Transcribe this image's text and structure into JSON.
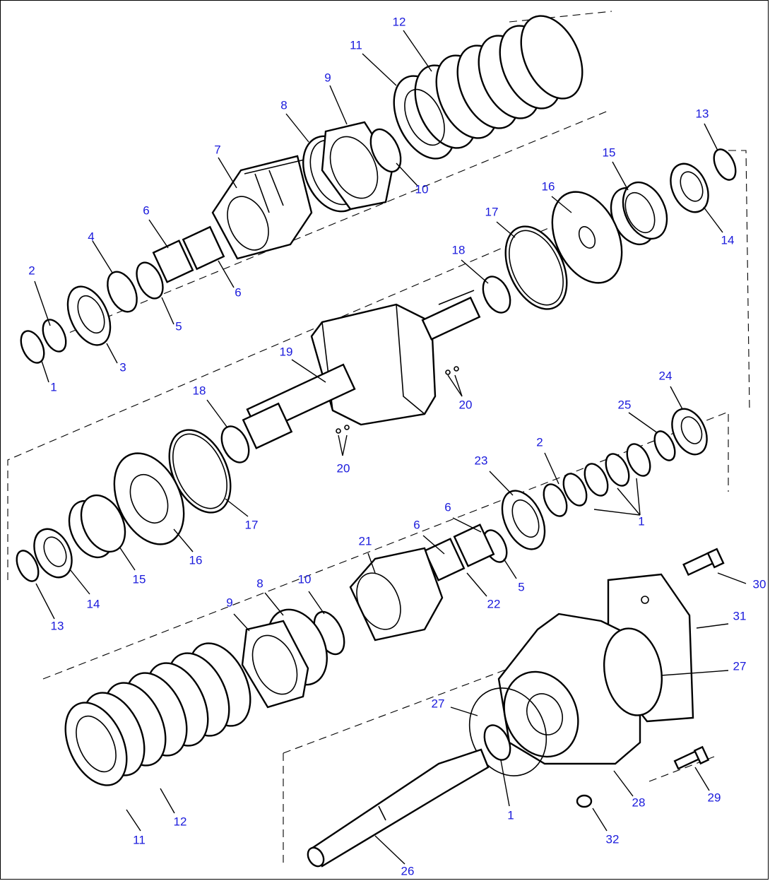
{
  "callouts": [
    {
      "id": "c1a",
      "text": "1"
    },
    {
      "id": "c2a",
      "text": "2"
    },
    {
      "id": "c3",
      "text": "3"
    },
    {
      "id": "c4",
      "text": "4"
    },
    {
      "id": "c5a",
      "text": "5"
    },
    {
      "id": "c6a",
      "text": "6"
    },
    {
      "id": "c6b",
      "text": "6"
    },
    {
      "id": "c7",
      "text": "7"
    },
    {
      "id": "c8a",
      "text": "8"
    },
    {
      "id": "c9a",
      "text": "9"
    },
    {
      "id": "c10a",
      "text": "10"
    },
    {
      "id": "c11a",
      "text": "11"
    },
    {
      "id": "c12a",
      "text": "12"
    },
    {
      "id": "c13a",
      "text": "13"
    },
    {
      "id": "c14a",
      "text": "14"
    },
    {
      "id": "c15a",
      "text": "15"
    },
    {
      "id": "c16a",
      "text": "16"
    },
    {
      "id": "c17a",
      "text": "17"
    },
    {
      "id": "c18a",
      "text": "18"
    },
    {
      "id": "c19",
      "text": "19"
    },
    {
      "id": "c20a",
      "text": "20"
    },
    {
      "id": "c20b",
      "text": "20"
    },
    {
      "id": "c18b",
      "text": "18"
    },
    {
      "id": "c17b",
      "text": "17"
    },
    {
      "id": "c16b",
      "text": "16"
    },
    {
      "id": "c15b",
      "text": "15"
    },
    {
      "id": "c14b",
      "text": "14"
    },
    {
      "id": "c13b",
      "text": "13"
    },
    {
      "id": "c24",
      "text": "24"
    },
    {
      "id": "c25",
      "text": "25"
    },
    {
      "id": "c2b",
      "text": "2"
    },
    {
      "id": "c23",
      "text": "23"
    },
    {
      "id": "c1b",
      "text": "1"
    },
    {
      "id": "c6c",
      "text": "6"
    },
    {
      "id": "c6d",
      "text": "6"
    },
    {
      "id": "c21",
      "text": "21"
    },
    {
      "id": "c22",
      "text": "22"
    },
    {
      "id": "c5b",
      "text": "5"
    },
    {
      "id": "c8b",
      "text": "8"
    },
    {
      "id": "c10b",
      "text": "10"
    },
    {
      "id": "c9b",
      "text": "9"
    },
    {
      "id": "c30",
      "text": "30"
    },
    {
      "id": "c31",
      "text": "31"
    },
    {
      "id": "c27a",
      "text": "27"
    },
    {
      "id": "c27b",
      "text": "27"
    },
    {
      "id": "c28",
      "text": "28"
    },
    {
      "id": "c29",
      "text": "29"
    },
    {
      "id": "c1c",
      "text": "1"
    },
    {
      "id": "c32",
      "text": "32"
    },
    {
      "id": "c12b",
      "text": "12"
    },
    {
      "id": "c11b",
      "text": "11"
    },
    {
      "id": "c26",
      "text": "26"
    }
  ]
}
